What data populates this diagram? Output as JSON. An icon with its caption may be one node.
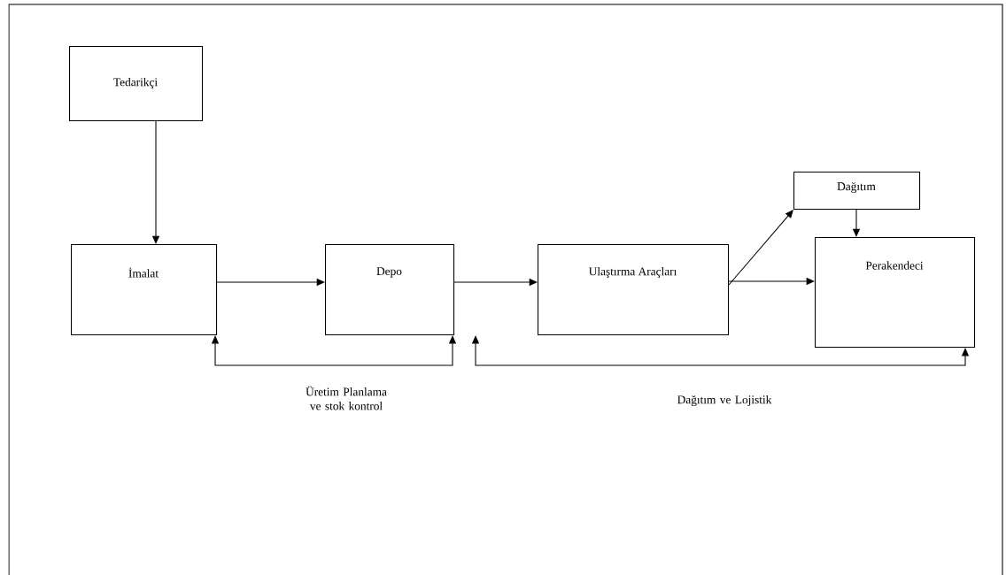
{
  "diagram": {
    "nodes": [
      {
        "text": [
          "Tedarikçi"
        ]
      },
      {
        "text": [
          "İmalat"
        ]
      },
      {
        "text": [
          "Depo"
        ]
      },
      {
        "text": [
          "Ulaştırma Araçları"
        ]
      },
      {
        "text": [
          "Dağıtım"
        ]
      },
      {
        "text": [
          "Perakendeci"
        ]
      }
    ],
    "edges": [
      {
        "from": 0,
        "to": 1,
        "arrow": "to"
      },
      {
        "from": 1,
        "to": 2,
        "arrow": "to"
      },
      {
        "from": 2,
        "to": 3,
        "arrow": "to"
      },
      {
        "from": 3,
        "to": 4,
        "arrow": "to"
      },
      {
        "from": 4,
        "to": 5,
        "arrow": "to"
      },
      {
        "from": 3,
        "to": 5,
        "arrow": "to"
      },
      {
        "from": 1,
        "to": 2,
        "arrow": "both"
      },
      {
        "from": 2,
        "to": 5,
        "arrow": "both"
      }
    ],
    "labels": [
      "Üretim Planlama ve stok kontrol",
      "Dağıtım ve Lojistik"
    ]
  }
}
